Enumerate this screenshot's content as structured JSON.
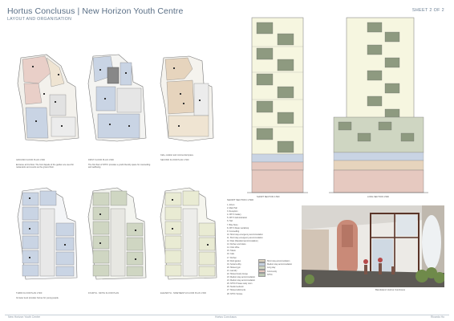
{
  "header": {
    "title": "Hortus Conclusus | New Horizon Youth Centre",
    "subtitle": "LAYOUT AND ORGANISATION",
    "sheet": "SHEET 2 OF 2"
  },
  "plans": [
    {
      "label": "GROUND FLOOR PLAN 1:500",
      "note": "Entrance at first floor. The front façade of the garden are used for restaurants and events as the ground floor."
    },
    {
      "label": "FIRST FLOOR PLAN 1:500",
      "note": "The first floor of NHYC provides a youth-friendly space for counselling and wellbeing."
    },
    {
      "label": "SECOND FLOOR PLAN 1:500",
      "note": "Cafe, outdoor and commercial space."
    },
    {
      "label": "THIRD FLOOR PLAN 1:500",
      "note": "Its lower level provides homes for young people."
    },
    {
      "label": "FOURTH - NINTH FLOOR PLAN",
      "note": ""
    },
    {
      "label": "ELEVENTH - NINETEENTH FLOOR PLAN 1:500",
      "note": ""
    }
  ],
  "sections": {
    "a_label": "SHORT SECTION 1:500",
    "b_label": "LONG SECTION 1:500"
  },
  "legend": {
    "title": "SHORT SECTION 1:500",
    "items": [
      "1. Atrium",
      "2. Main Hall",
      "3. Reception",
      "4. NHYC Gallery",
      "5. NHYC Administration",
      "6. Hall",
      "7. Bike Store",
      "8. NHYC Music workshop",
      "9. Counselling",
      "10. Short stay emergency accommodation",
      "11. Short stay emergency accommodation",
      "12. Flats (Standard accommodation)",
      "13. Kitchen and toilets",
      "14. Chef office",
      "15. Toilets",
      "16. Cafe",
      "17. Kitchen",
      "18. Roof garden",
      "19. Social Lobby",
      "20. Shared gym",
      "21. Laundry",
      "22. Shared study lounge",
      "23. Medium stay accommodation",
      "24. Medium stay accommodation",
      "25. NHYC Private study room",
      "26. Studio bedroom",
      "27. Shared allotments",
      "28. NHYC Terrace"
    ]
  },
  "key": [
    {
      "label": "Short stay accommodation",
      "color": "#dcd2bd"
    },
    {
      "label": "Medium stay accommodation",
      "color": "#c5d0de"
    },
    {
      "label": "Long stay",
      "color": "#cfd6c2"
    },
    {
      "label": "Community",
      "color": "#e6c9c0"
    },
    {
      "label": "NHYC",
      "color": "#bcc8b4"
    }
  ],
  "render_caption": "Bandstand: Hortus Conclusus",
  "footer": {
    "left": "New Horizon Youth Centre",
    "center": "Hortus Conclusus",
    "right": "Ricardo Ho"
  },
  "colors": {
    "title_blue": "#5a6f86",
    "pink_zone": "#e9cfc8",
    "blue_zone": "#c9d4e4",
    "beige_zone": "#e6d4bd",
    "green_panel": "#8e9a80",
    "yellow_panel": "#eef0c8"
  }
}
